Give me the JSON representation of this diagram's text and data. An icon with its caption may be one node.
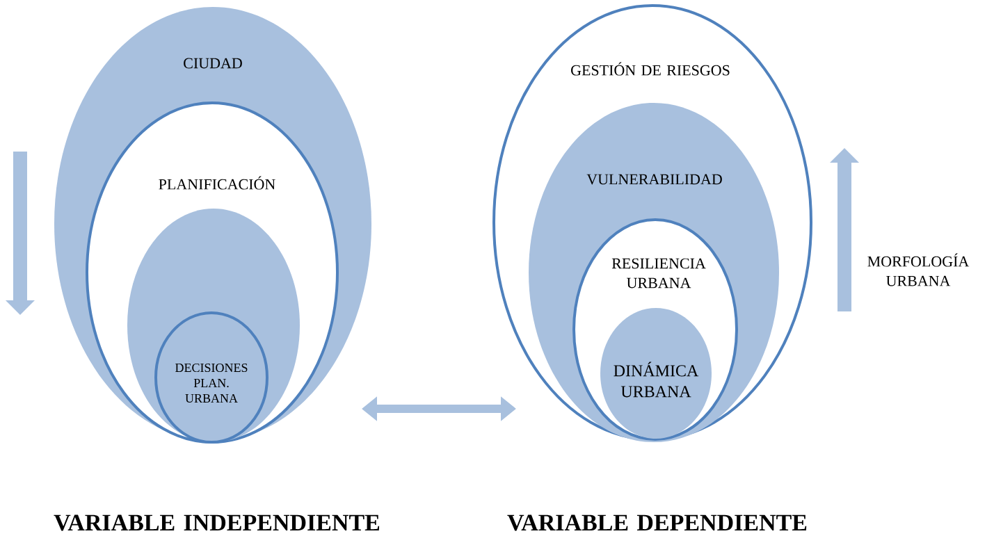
{
  "diagram": {
    "nodes": [
      {
        "text": [
          "CIUDAD"
        ]
      },
      {
        "text": [
          "PLANIFICACIÓN"
        ],
        "in": 0
      },
      {
        "text": [],
        "shape": "ellipse",
        "in": 1
      },
      {
        "text": [
          "DECISIONES PLAN. URBANA"
        ],
        "in": 2
      },
      {
        "text": [
          "GESTIÓN DE RIESGOS"
        ]
      },
      {
        "text": [
          "VULNERABILIDAD"
        ],
        "in": 4
      },
      {
        "text": [
          "RESILIENCIA URBANA"
        ],
        "in": 5
      },
      {
        "text": [
          "DINÁMICA URBANA"
        ],
        "in": 6
      }
    ],
    "edges": [
      {
        "from": 0,
        "to": 4,
        "arrow": "both"
      }
    ],
    "labels": [
      "MORFOLOGÍA URBANA",
      "VARIABLE INDEPENDIENTE",
      "VARIABLE DEPENDIENTE"
    ]
  }
}
